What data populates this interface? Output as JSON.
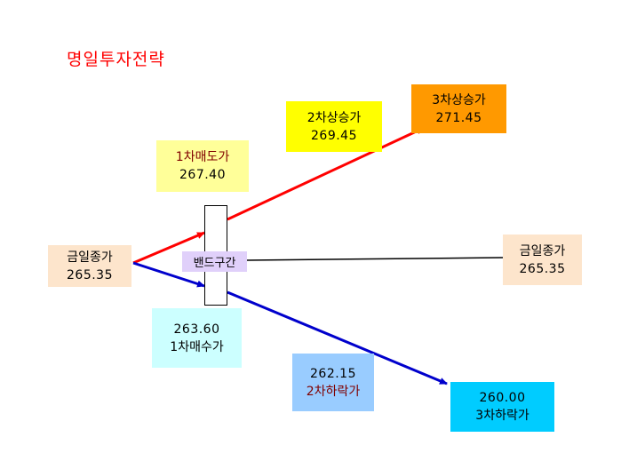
{
  "title": "명일투자전략",
  "band": {
    "label": "밴드구간"
  },
  "boxes": {
    "close_left": {
      "label": "금일종가",
      "value": "265.35",
      "bg": "#fde5cc"
    },
    "close_right": {
      "label": "금일종가",
      "value": "265.35",
      "bg": "#fde5cc"
    },
    "sell1": {
      "label": "1차매도가",
      "value": "267.40",
      "bg": "#ffff99"
    },
    "rise2": {
      "label": "2차상승가",
      "value": "269.45",
      "bg": "#ffff00"
    },
    "rise3": {
      "label": "3차상승가",
      "value": "271.45",
      "bg": "#ff9900"
    },
    "buy1": {
      "label": "1차매수가",
      "value": "263.60",
      "bg": "#ccffff"
    },
    "fall2": {
      "label": "2차하락가",
      "value": "262.15",
      "bg": "#99ccff"
    },
    "fall3": {
      "label": "3차하락가",
      "value": "260.00",
      "bg": "#00ccff"
    }
  },
  "colors": {
    "up_line": "#ff0000",
    "down_line": "#0000cc",
    "flat_line": "#000000",
    "title": "#ff0000",
    "dark_red_text": "#800000"
  }
}
